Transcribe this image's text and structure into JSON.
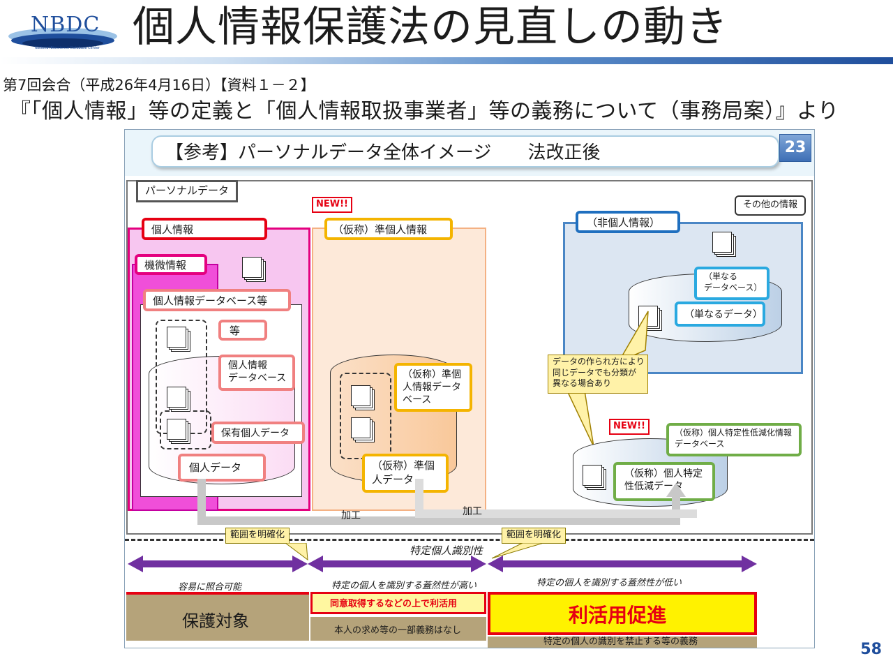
{
  "header": {
    "logo_text": "NBDC",
    "logo_subtext": "National Bioscience Database Center",
    "title": "個人情報保護法の見直しの動き",
    "source_line1": "第7回会合（平成26年4月16日）【資料１－２】",
    "source_line2": "『「個人情報」等の定義と「個人情報取扱事業者」等の義務について（事務局案）』より"
  },
  "slide": {
    "title": "【参考】パーソナルデータ全体イメージ　　法改正後",
    "number": "23",
    "personal_data_label": "パーソナルデータ",
    "new_badge_1": "NEW!!",
    "new_badge_2": "NEW!!",
    "other_info": "その他の情報",
    "personal_info": "個人情報",
    "sensitive_info": "機微情報",
    "db_etc": "個人情報データベース等",
    "etc": "等",
    "personal_db": "個人情報\nデータベース",
    "retained_data": "保有個人データ",
    "personal_data": "個人データ",
    "quasi_info": "（仮称）準個人情報",
    "quasi_db": "（仮称）準個\n人情報データ\nベース",
    "quasi_data": "（仮称）準個\n人データ",
    "non_personal": "（非個人情報）",
    "simple_db": "（単なる\nデータベース）",
    "simple_data": "（単なるデータ）",
    "callout": "データの作られ方により\n同じデータでも分類が\n異なる場合あり",
    "reduced_db": "（仮称）個人特定性低減化情報\nデータベース",
    "reduced_data": "（仮称）個人特定\n性低減データ",
    "process_1": "加工",
    "process_2": "加工",
    "clarify_1": "範囲を明確化",
    "clarify_2": "範囲を明確化",
    "identifiability": "特定個人識別性",
    "easy_match": "容易に照合可能",
    "high_prob": "特定の個人を識別する蓋然性が高い",
    "low_prob": "特定の個人を識別する蓋然性が低い",
    "protected": "保護対象",
    "consent": "同意取得するなどの上で利活用",
    "no_obligation": "本人の求め等の一部義務はなし",
    "promote": "利活用促進",
    "prohibit": "特定の個人の識別を禁止する等の義務"
  },
  "page_number": "58"
}
